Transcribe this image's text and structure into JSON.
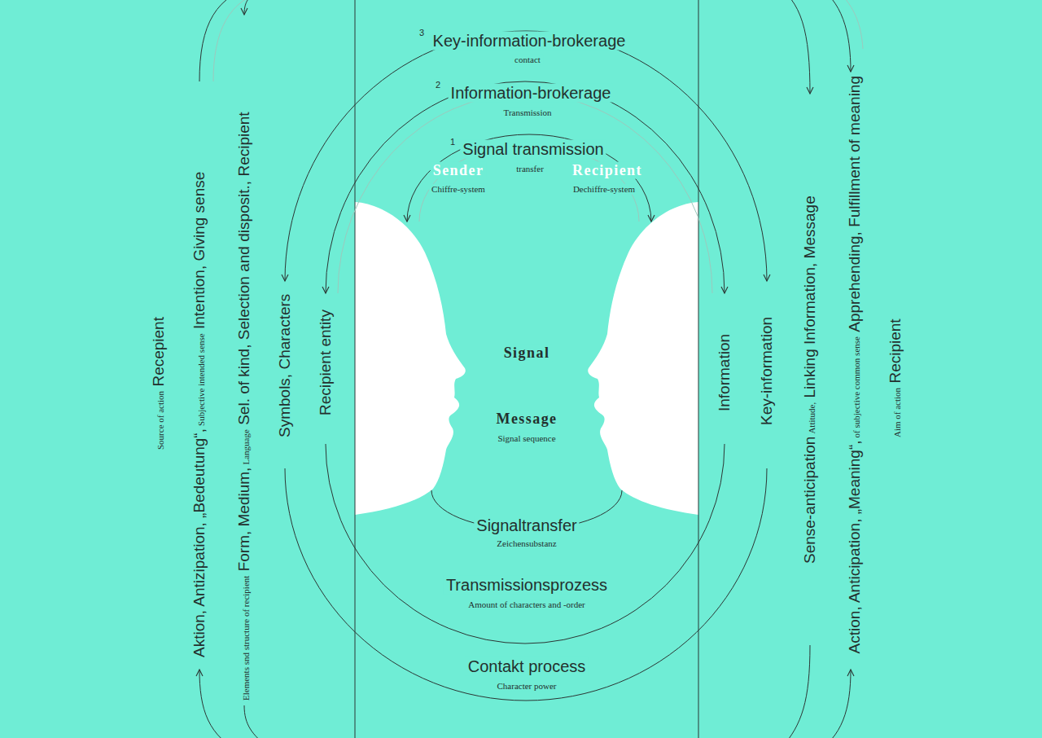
{
  "diagram": {
    "labels": [
      "3",
      "Key-information-brokerage",
      "contact",
      "2",
      "Information-brokerage",
      "Transmission",
      "1",
      "Signal transmission",
      "transfer",
      "Sender",
      "Chiffre-system",
      "Recipient",
      "Dechiffre-system",
      "Signal",
      "Message",
      "Signal sequence",
      "Signaltransfer",
      "Zeichensubstanz",
      "Transmissionsprozess",
      "Amount of characters and -order",
      "Contakt process",
      "Character power",
      "Source of action",
      "Recepient",
      "Aktion, Antizipation, „Bedeutung“,",
      "Subjective intended sense",
      "Intention, Giving sense",
      "Elements snd structure of recipient",
      "Form, Medium,",
      "Language",
      "Sel. of kind, Selection and disposit., Recipient",
      "Symbols, Characters",
      "Recipient entity",
      "Information",
      "Key-information",
      "Sense-anticipation",
      "Attitude,",
      "Linking Information, Message",
      "Action, Anticipation, „Meaning“,",
      "of subjective common sense",
      "Apprehending, Fulfillment of meaning",
      "Aim of action",
      "Recipient"
    ]
  }
}
